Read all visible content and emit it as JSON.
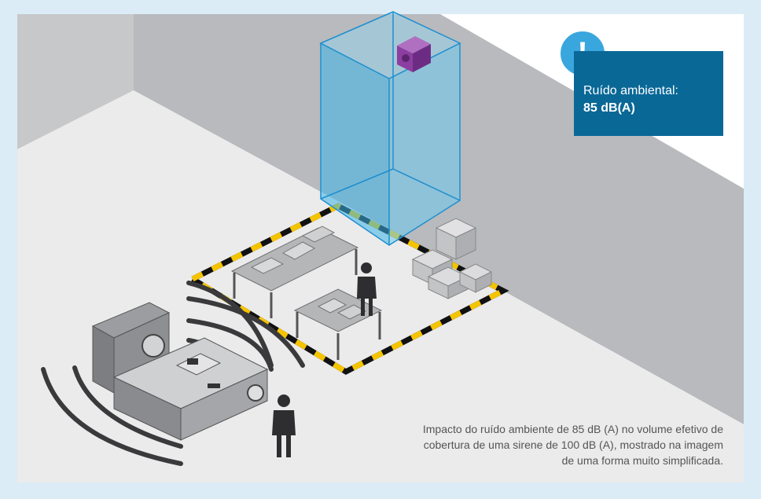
{
  "info_box": {
    "icon": "exclamation-icon",
    "title": "Ruído ambiental:",
    "value": "85 dB(A)"
  },
  "caption": "Impacto do ruído ambiente de 85 dB (A) no volume efetivo de cobertura de uma sirene de 100 dB (A), mostrado na imagem de uma forma muito simplificada.",
  "colors": {
    "info_box_bg": "#0a6897",
    "alert_circle": "#3aa6de",
    "coverage_volume": "#3db4e8",
    "siren": "#8c3fa0",
    "hazard_stripe": "#f5c400"
  }
}
